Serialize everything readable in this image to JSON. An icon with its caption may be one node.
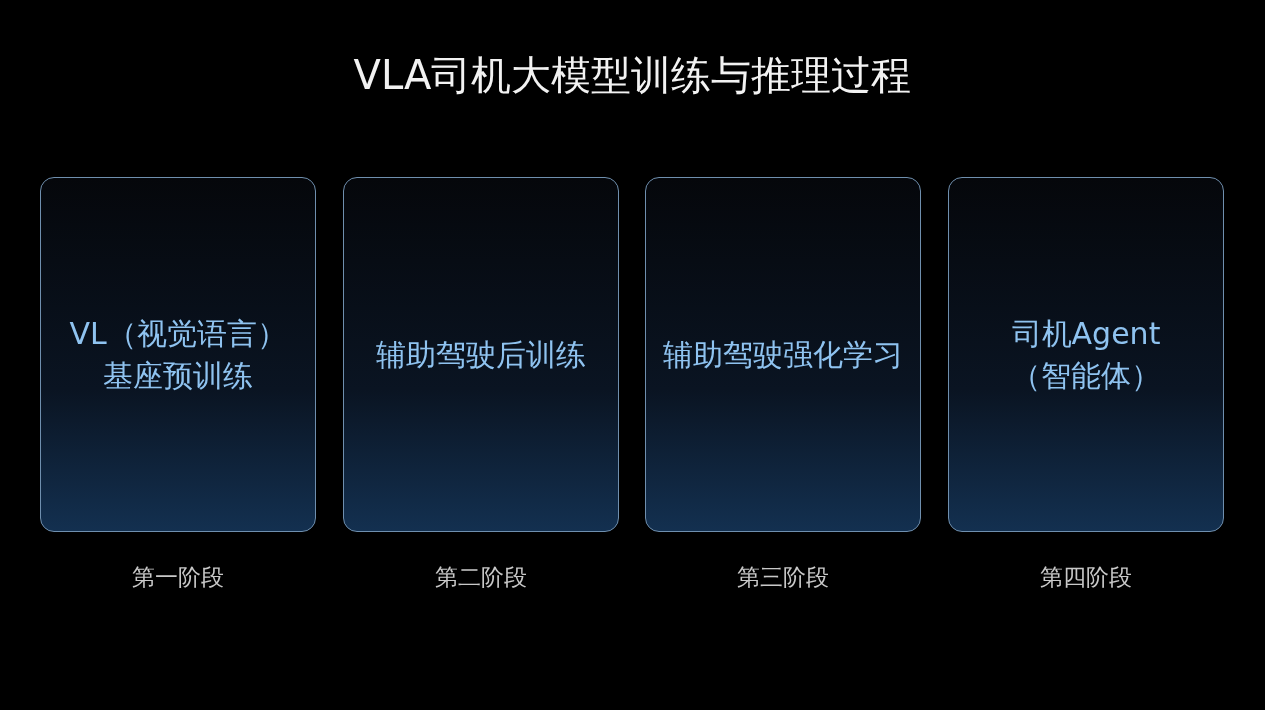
{
  "diagram": {
    "title": "VLA司机大模型训练与推理过程",
    "nodes": [
      {
        "text": [
          "VL（视觉语言）基座预训练"
        ],
        "beside": [
          "第一阶段"
        ]
      },
      {
        "text": [
          "辅助驾驶后训练"
        ],
        "beside": [
          "第二阶段"
        ]
      },
      {
        "text": [
          "辅助驾驶强化学习"
        ],
        "beside": [
          "第三阶段"
        ]
      },
      {
        "text": [
          "司机Agent（智能体）"
        ],
        "beside": [
          "第四阶段"
        ]
      }
    ]
  }
}
